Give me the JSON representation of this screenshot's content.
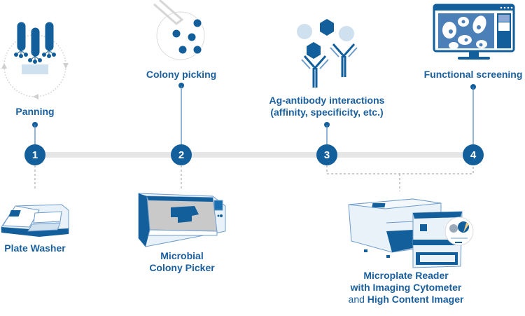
{
  "title": "Antibody discovery workflow",
  "colors": {
    "primary": "#135f9c",
    "light_blue": "#cfe0ee",
    "timeline": "#e6e6e6",
    "dashed": "#9a9a9a"
  },
  "steps": [
    {
      "number": "1",
      "label": "Panning",
      "icon": "panning-cycle-icon"
    },
    {
      "number": "2",
      "label": "Colony picking",
      "icon": "petri-dish-icon"
    },
    {
      "number": "3",
      "label_line1": "Ag-antibody interactions",
      "label_line2": "(affinity, specificity, etc.)",
      "icon": "antibody-antigen-icon"
    },
    {
      "number": "4",
      "label": "Functional screening",
      "icon": "monitor-cells-icon"
    }
  ],
  "instruments": [
    {
      "step": "1",
      "label": "Plate Washer",
      "icon": "plate-washer-icon"
    },
    {
      "step": "2",
      "label_line1": "Microbial",
      "label_line2": "Colony Picker",
      "icon": "colony-picker-icon"
    },
    {
      "steps": [
        "3",
        "4"
      ],
      "label_line1": "Microplate Reader",
      "label_line2": "with Imaging Cytometer",
      "label_line3_prefix": "and",
      "label_line3_bold": "High Content Imager",
      "icon": "microplate-reader-icon"
    }
  ]
}
